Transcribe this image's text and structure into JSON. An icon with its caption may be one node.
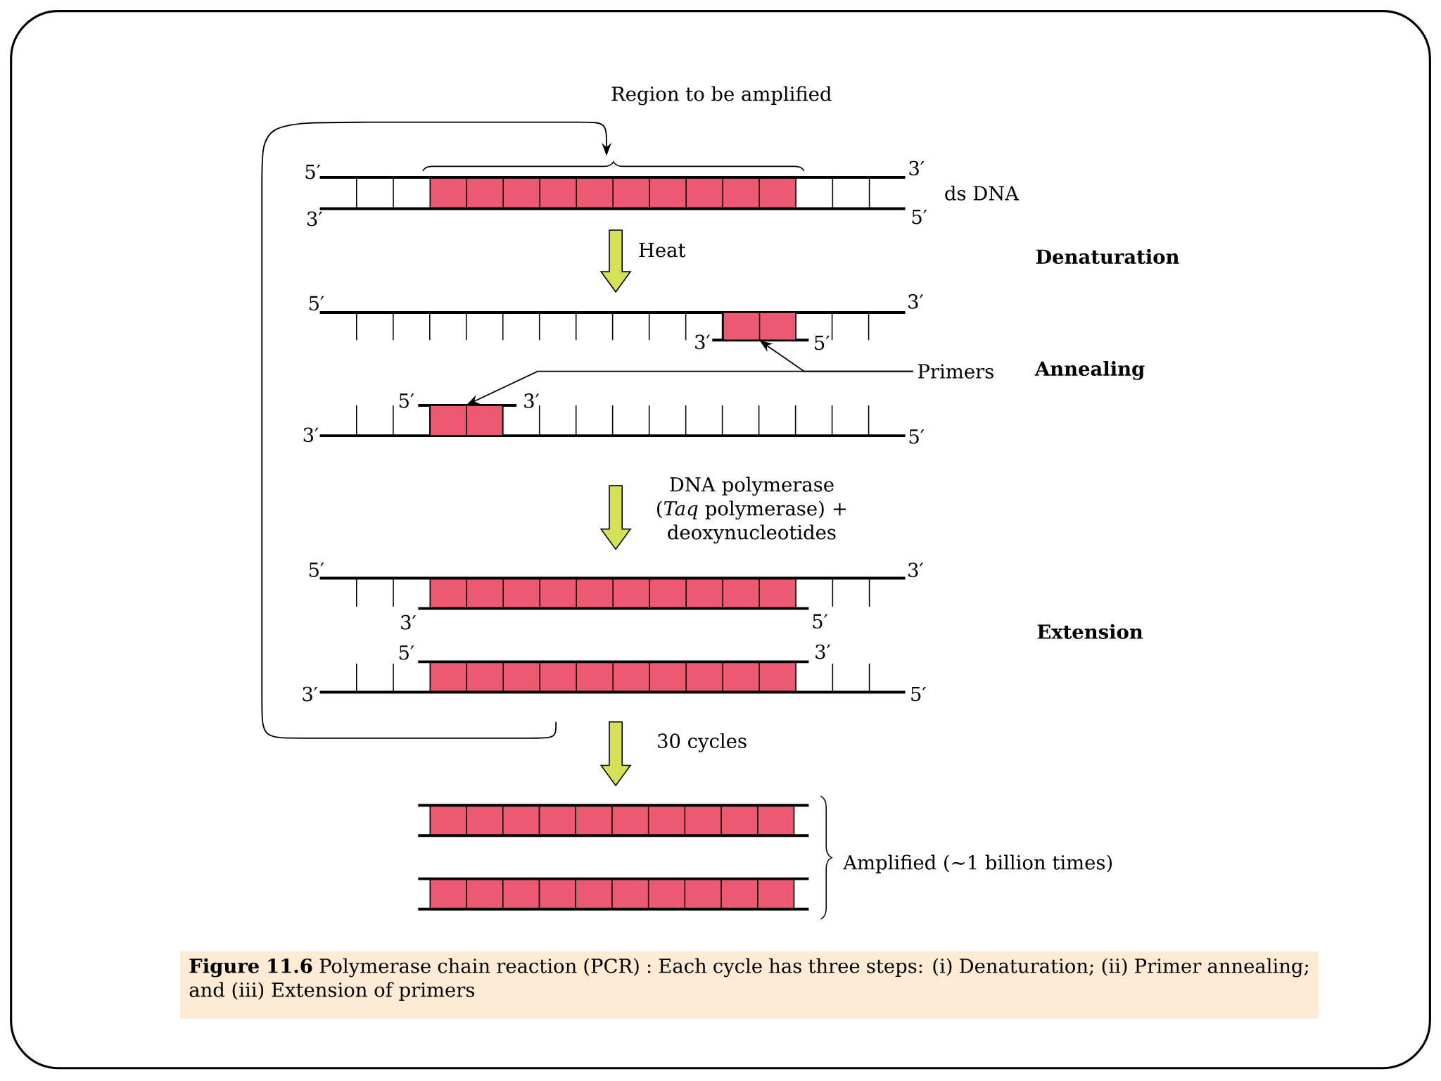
{
  "diagram": {
    "caption": "**Figure 11.6** Polymerase chain reaction (PCR) : Each cycle has three steps: (i) Denaturation; (ii) Primer annealing; and (iii) Extension of primers",
    "nodes": [
      {
        "text": [],
        "shape": "picture",
        "beside": [
          "ds DNA"
        ]
      },
      {
        "text": [],
        "shape": "picture"
      },
      {
        "text": [],
        "shape": "picture"
      },
      {
        "text": [],
        "shape": "picture",
        "beside": [
          "Amplified (~1 billion times)"
        ]
      },
      {
        "text": [
          "Primers"
        ]
      },
      {
        "text": [],
        "shape": "box",
        "in": 1
      },
      {
        "text": [],
        "shape": "box",
        "in": 1
      }
    ],
    "edges": [
      {
        "from": 0,
        "to": 1,
        "arrow": "to",
        "label": "Heat",
        "style": "thick",
        "color": "#d4e157"
      },
      {
        "from": 1,
        "to": 2,
        "arrow": "to",
        "label": "DNA polymerase (*Taq* polymerase) + deoxynucleotides",
        "style": "thick",
        "color": "#d4e157"
      },
      {
        "from": 2,
        "to": 3,
        "arrow": "to",
        "label": "30 cycles",
        "style": "thick",
        "color": "#d4e157"
      },
      {
        "from": 2,
        "to": 0,
        "arrow": "to"
      },
      {
        "from": 4,
        "to": 5,
        "arrow": "to"
      },
      {
        "from": 4,
        "to": 6,
        "arrow": "to"
      }
    ],
    "labels": [
      "Region to be amplified",
      "5′",
      "3′",
      "3′",
      "5′",
      "Denaturation",
      "5′",
      "3′",
      "3′",
      "5′",
      "Annealing",
      "5′",
      "3′",
      "3′",
      "5′",
      "5′",
      "3′",
      "3′",
      "5′",
      "Extension",
      "5′",
      "3′",
      "3′",
      "5′"
    ]
  }
}
